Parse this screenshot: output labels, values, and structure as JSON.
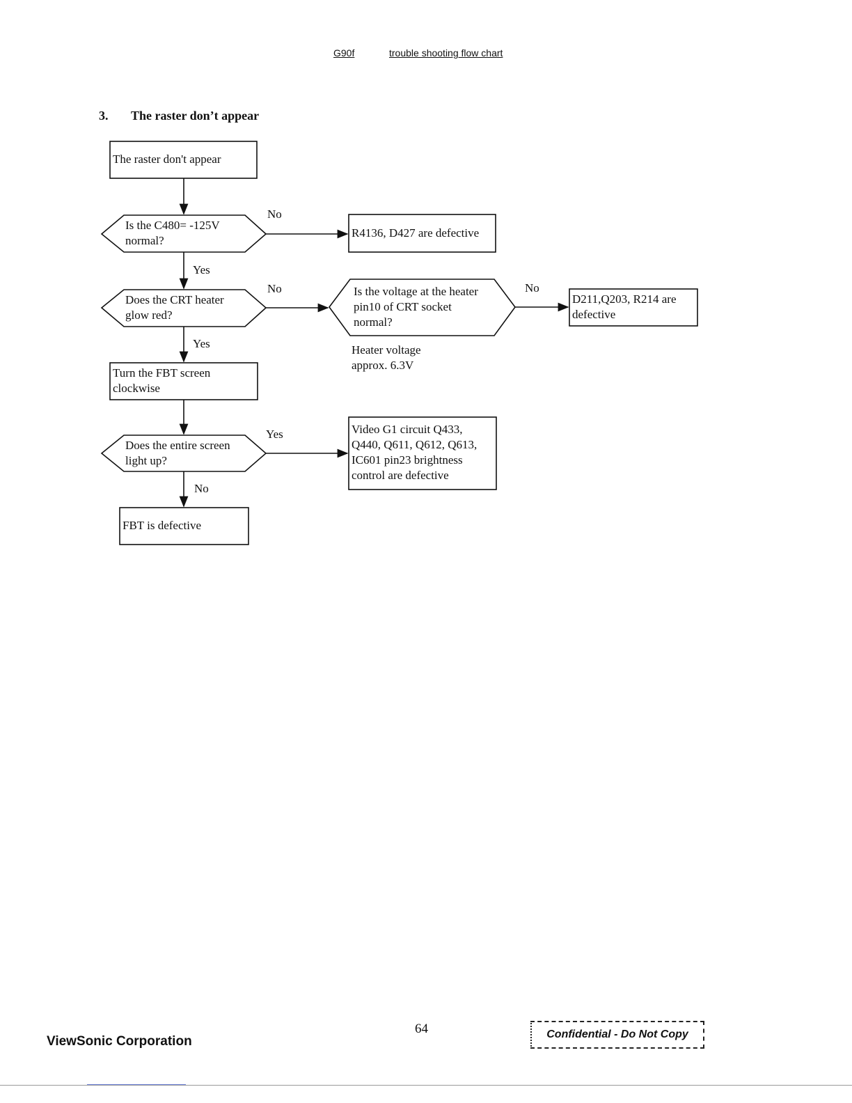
{
  "header": {
    "model": "G90f",
    "doc_title": "trouble shooting flow chart"
  },
  "section": {
    "number": "3.",
    "title": "The raster don’t appear"
  },
  "flowchart": {
    "start_box": "The raster don't appear",
    "q1": "Is the C480= -125V\nnormal?",
    "q1_no_box": "R4136, D427 are defective",
    "q2": "Does the CRT heater\nglow red?",
    "q3": "Is the voltage at the heater\npin10 of CRT socket\nnormal?",
    "q3_note": "Heater voltage\napprox. 6.3V",
    "q3_no_box": "D211,Q203, R214  are\ndefective",
    "fbt_box": "Turn the FBT screen\nclockwise",
    "q4": "Does the entire screen\nlight up?",
    "q4_yes_box": "Video G1 circuit Q433,\nQ440, Q611, Q612, Q613,\nIC601 pin23 brightness\ncontrol are defective",
    "end_box": "FBT is defective",
    "labels": {
      "no": "No",
      "yes": "Yes"
    }
  },
  "footer": {
    "company": "ViewSonic Corporation",
    "page": "64",
    "confidential": "Confidential  -  Do Not Copy"
  }
}
